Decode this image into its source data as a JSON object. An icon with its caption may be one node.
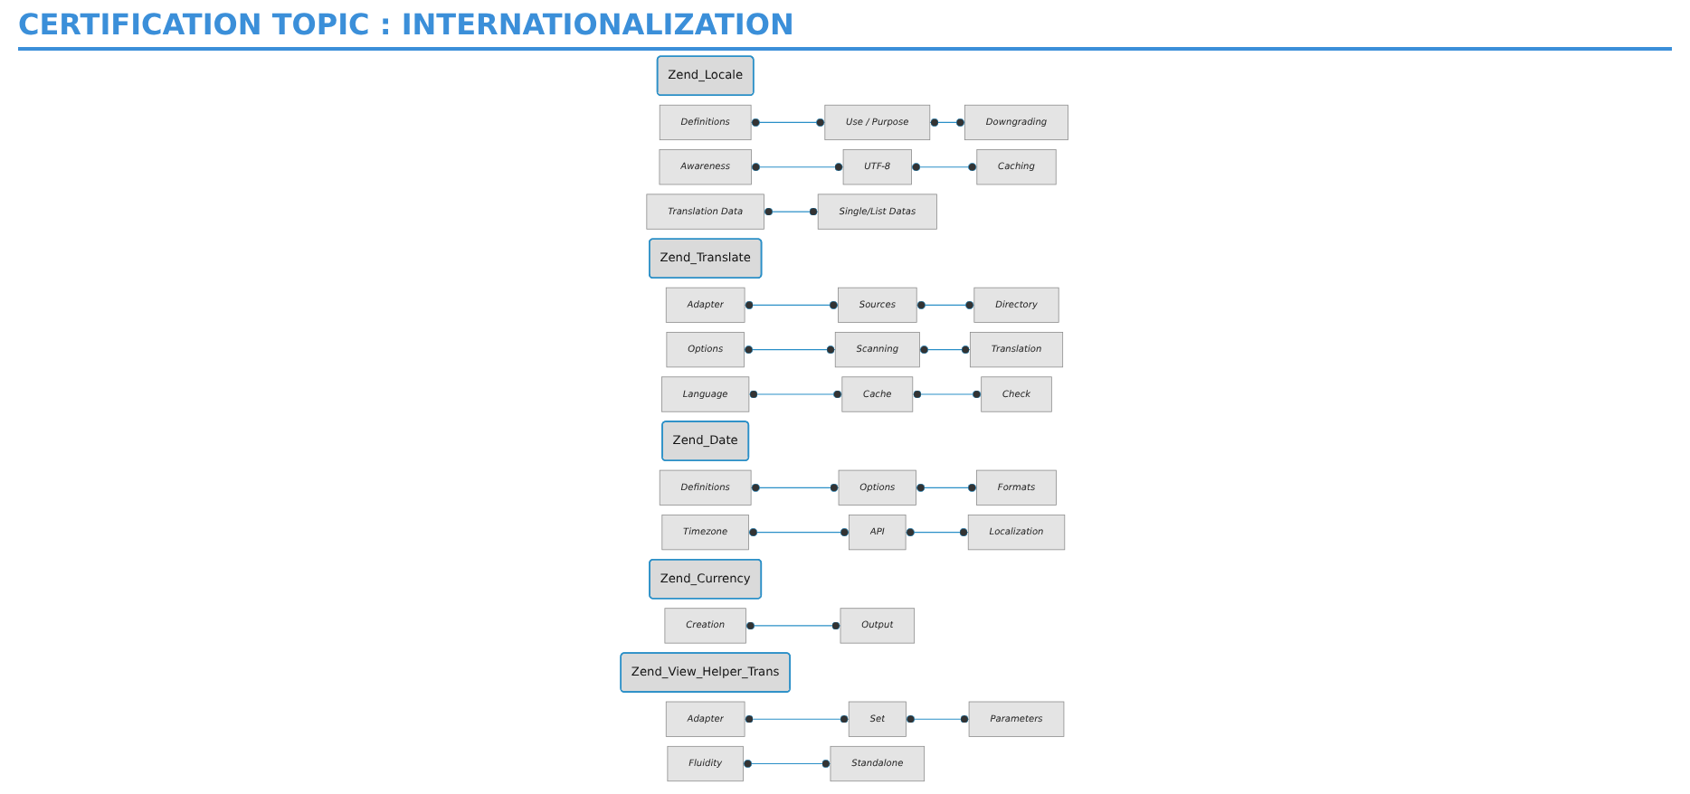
{
  "diagram": {
    "title": "CERTIFICATION TOPIC : INTERNATIONALIZATION",
    "nodes": [
      {
        "text": [
          "Zend_Locale"
        ]
      },
      {
        "text": [
          "Definitions"
        ]
      },
      {
        "text": [
          "Use / Purpose"
        ]
      },
      {
        "text": [
          "Downgrading"
        ]
      },
      {
        "text": [
          "Awareness"
        ]
      },
      {
        "text": [
          "UTF-8"
        ]
      },
      {
        "text": [
          "Caching"
        ]
      },
      {
        "text": [
          "Translation Data"
        ]
      },
      {
        "text": [
          "Single/List Datas"
        ]
      },
      {
        "text": [
          "Zend_Translate"
        ]
      },
      {
        "text": [
          "Adapter"
        ]
      },
      {
        "text": [
          "Sources"
        ]
      },
      {
        "text": [
          "Directory"
        ]
      },
      {
        "text": [
          "Options"
        ]
      },
      {
        "text": [
          "Scanning"
        ]
      },
      {
        "text": [
          "Translation"
        ]
      },
      {
        "text": [
          "Language"
        ]
      },
      {
        "text": [
          "Cache"
        ]
      },
      {
        "text": [
          "Check"
        ]
      },
      {
        "text": [
          "Zend_Date"
        ]
      },
      {
        "text": [
          "Definitions"
        ]
      },
      {
        "text": [
          "Options"
        ]
      },
      {
        "text": [
          "Formats"
        ]
      },
      {
        "text": [
          "Timezone"
        ]
      },
      {
        "text": [
          "API"
        ]
      },
      {
        "text": [
          "Localization"
        ]
      },
      {
        "text": [
          "Zend_Currency"
        ]
      },
      {
        "text": [
          "Creation"
        ]
      },
      {
        "text": [
          "Output"
        ]
      },
      {
        "text": [
          "Zend_View_Helper_Trans"
        ]
      },
      {
        "text": [
          "Adapter"
        ]
      },
      {
        "text": [
          "Set"
        ]
      },
      {
        "text": [
          "Parameters"
        ]
      },
      {
        "text": [
          "Fluidity"
        ]
      },
      {
        "text": [
          "Standalone"
        ]
      }
    ],
    "edges": [
      {
        "from": 1,
        "to": 2,
        "arrow": "other"
      },
      {
        "from": 2,
        "to": 3,
        "arrow": "other"
      },
      {
        "from": 4,
        "to": 5,
        "arrow": "other"
      },
      {
        "from": 5,
        "to": 6,
        "arrow": "other"
      },
      {
        "from": 7,
        "to": 8,
        "arrow": "other"
      },
      {
        "from": 10,
        "to": 11,
        "arrow": "other"
      },
      {
        "from": 11,
        "to": 12,
        "arrow": "other"
      },
      {
        "from": 13,
        "to": 14,
        "arrow": "other"
      },
      {
        "from": 14,
        "to": 15,
        "arrow": "other"
      },
      {
        "from": 16,
        "to": 17,
        "arrow": "other"
      },
      {
        "from": 17,
        "to": 18,
        "arrow": "other"
      },
      {
        "from": 20,
        "to": 21,
        "arrow": "other"
      },
      {
        "from": 21,
        "to": 22,
        "arrow": "other"
      },
      {
        "from": 23,
        "to": 24,
        "arrow": "other"
      },
      {
        "from": 24,
        "to": 25,
        "arrow": "other"
      },
      {
        "from": 27,
        "to": 28,
        "arrow": "other"
      },
      {
        "from": 30,
        "to": 31,
        "arrow": "other"
      },
      {
        "from": 31,
        "to": 32,
        "arrow": "other"
      },
      {
        "from": 33,
        "to": 34,
        "arrow": "other"
      }
    ]
  }
}
